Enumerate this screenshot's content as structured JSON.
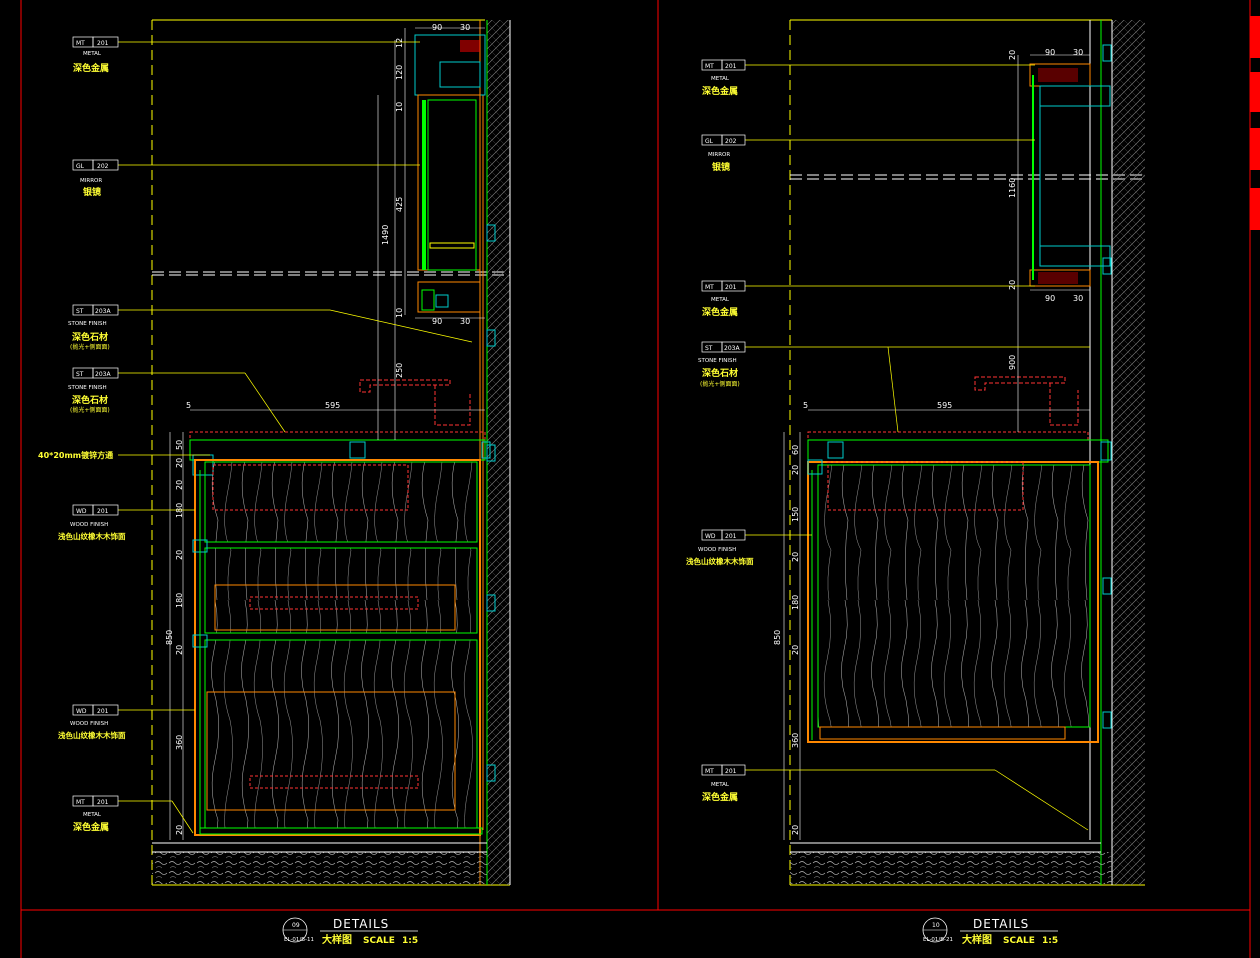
{
  "left": {
    "callouts": {
      "mt_top": {
        "code": "MT",
        "num": "201",
        "sub": "METAL",
        "cn": "深色金属"
      },
      "gl": {
        "code": "GL",
        "num": "202",
        "sub": "MIRROR",
        "cn": "银镜"
      },
      "st_a": {
        "code": "ST",
        "num": "203A",
        "sub": "STONE FINISH",
        "cn": "深色石材",
        "cn2": "(抛光+侧面面)"
      },
      "st_b": {
        "code": "ST",
        "num": "203A",
        "sub": "STONE FINISH",
        "cn": "深色石材",
        "cn2": "(抛光+侧面面)"
      },
      "steel": {
        "cn": "40*20mm镀锌方通"
      },
      "wd_a": {
        "code": "WD",
        "num": "201",
        "sub": "WOOD FINISH",
        "cn": "浅色山纹橡木木饰面"
      },
      "wd_b": {
        "code": "WD",
        "num": "201",
        "sub": "WOOD FINISH",
        "cn": "浅色山纹橡木木饰面"
      },
      "mt_bot": {
        "code": "MT",
        "num": "201",
        "sub": "METAL",
        "cn": "深色金属"
      }
    },
    "dims": {
      "d90t": "90",
      "d30t": "30",
      "d12": "12",
      "d120": "120",
      "d10a": "10",
      "d425": "425",
      "d1490": "1490",
      "d10b": "10",
      "d90b": "90",
      "d30b": "30",
      "d250": "250",
      "d5": "5",
      "d595": "595",
      "d50": "50",
      "d20a": "20",
      "d20b": "20",
      "d180a": "180",
      "d20c": "20",
      "d180b": "180",
      "d850": "850",
      "d20d": "20",
      "d360": "360",
      "d20e": "20"
    },
    "title": {
      "num": "09",
      "ref": "EL-01/B-11",
      "en": "DETAILS",
      "cn": "大样图",
      "scale": "SCALE",
      "ratio": "1:5"
    }
  },
  "right": {
    "callouts": {
      "mt_top": {
        "code": "MT",
        "num": "201",
        "sub": "METAL",
        "cn": "深色金属"
      },
      "gl": {
        "code": "GL",
        "num": "202",
        "sub": "MIRROR",
        "cn": "银镜"
      },
      "mt_mid": {
        "code": "MT",
        "num": "201",
        "sub": "METAL",
        "cn": "深色金属"
      },
      "st": {
        "code": "ST",
        "num": "203A",
        "sub": "STONE FINISH",
        "cn": "深色石材",
        "cn2": "(抛光+侧面面)"
      },
      "wd": {
        "code": "WD",
        "num": "201",
        "sub": "WOOD FINISH",
        "cn": "浅色山纹橡木木饰面"
      },
      "mt_bot": {
        "code": "MT",
        "num": "201",
        "sub": "METAL",
        "cn": "深色金属"
      }
    },
    "dims": {
      "d20": "20",
      "d90t": "90",
      "d30t": "30",
      "d1160": "1160",
      "d20b": "20",
      "d90b": "90",
      "d30b": "30",
      "d900": "900",
      "d5": "5",
      "d595": "595",
      "d60": "60",
      "d20c": "20",
      "d150": "150",
      "d20d": "20",
      "d180": "180",
      "d850": "850",
      "d20e": "20",
      "d360": "360",
      "d20f": "20"
    },
    "title": {
      "num": "10",
      "ref": "EL-01/B-21",
      "en": "DETAILS",
      "cn": "大样图",
      "scale": "SCALE",
      "ratio": "1:5"
    }
  },
  "colors": {
    "bg": "#000000",
    "frame": "#ff0000",
    "leader": "#ffff00",
    "wood": "#ff8800",
    "edge": "#00ff00",
    "white": "#ffffff",
    "cyan": "#00cccc"
  }
}
